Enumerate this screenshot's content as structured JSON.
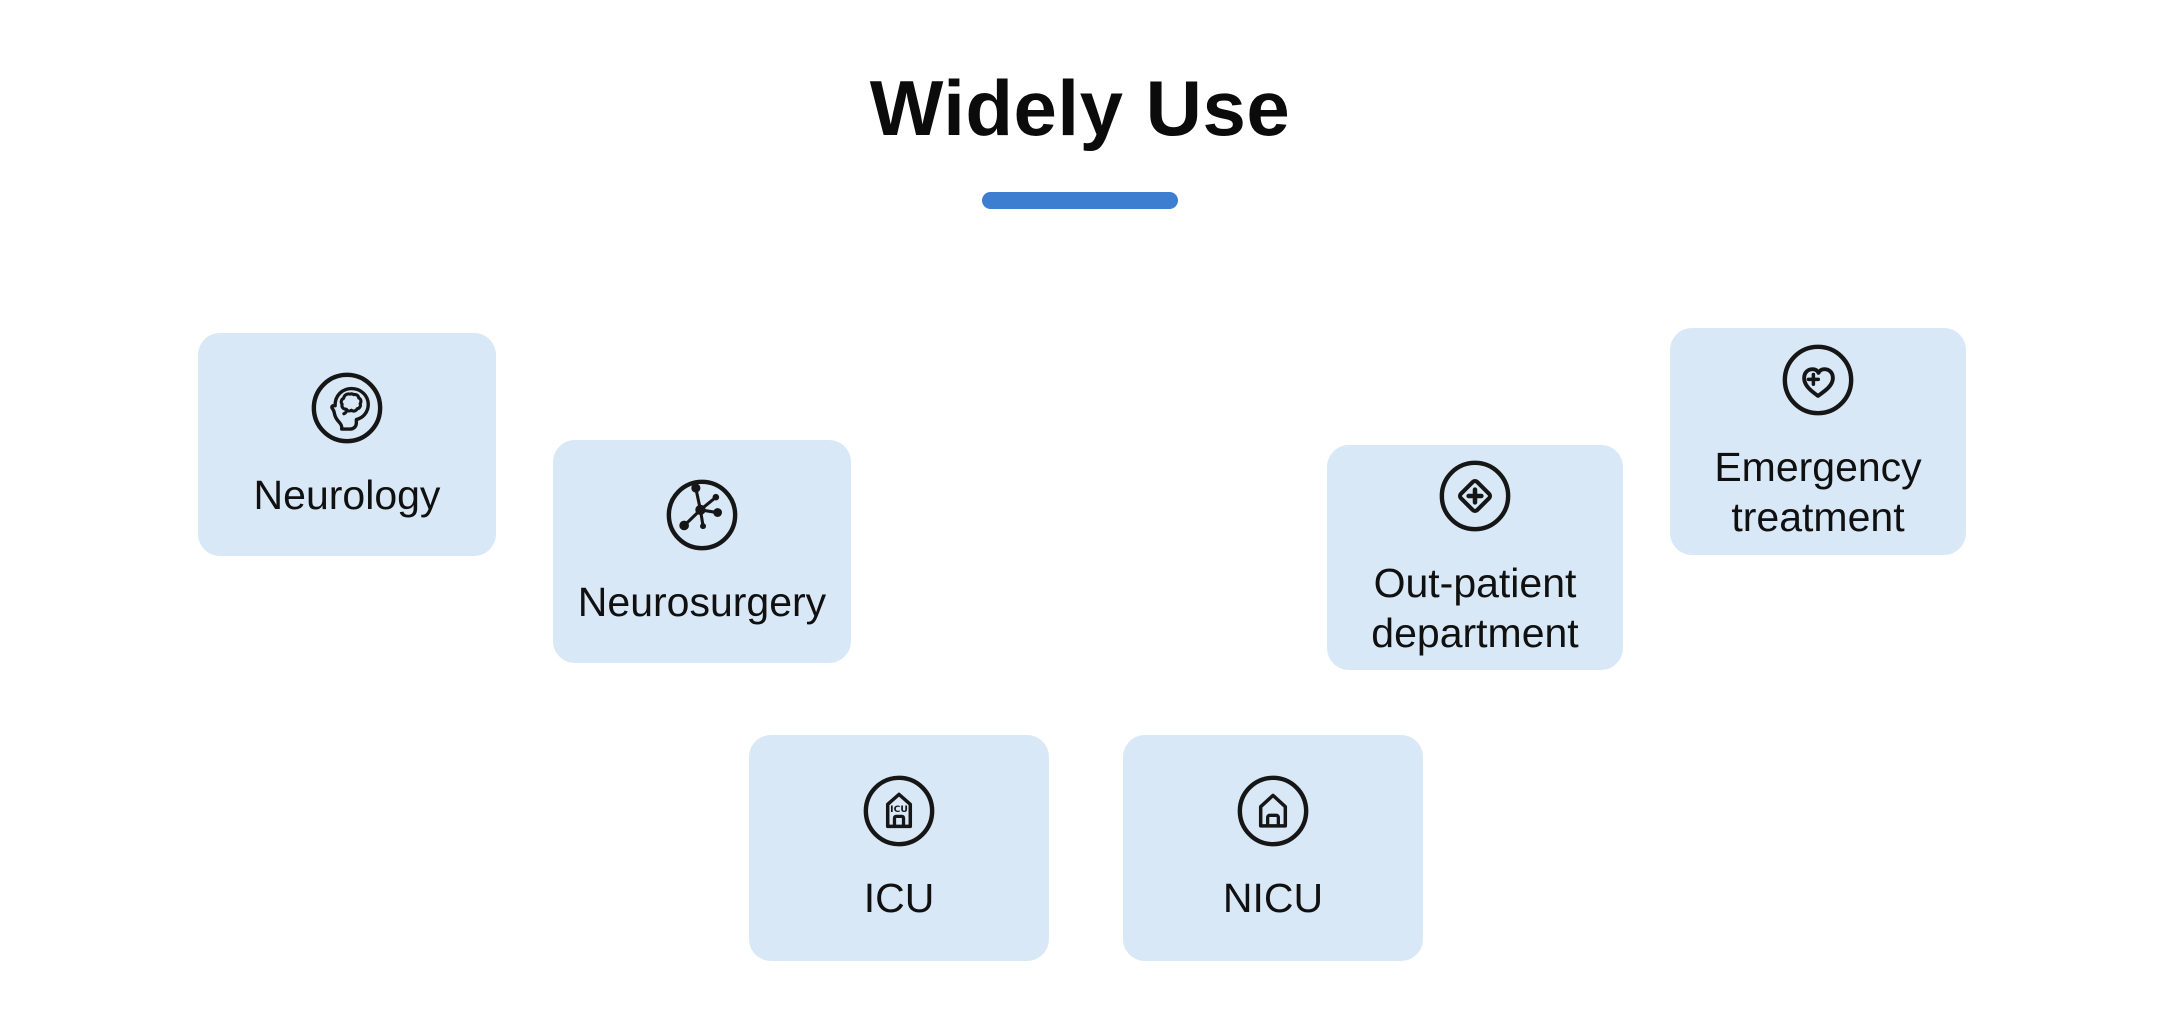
{
  "header": {
    "title": "Widely Use"
  },
  "theme": {
    "accent_color": "#3d7ed1",
    "card_bg": "#d8e8f6",
    "page_bg": "#ffffff",
    "text_color": "#101010",
    "icon_stroke": "#161616"
  },
  "cards": [
    {
      "label": "Neurology",
      "icon": "brain-head-icon"
    },
    {
      "label": "Neurosurgery",
      "icon": "neuron-network-icon"
    },
    {
      "label": "ICU",
      "icon": "icu-building-icon",
      "icon_text": "ICU"
    },
    {
      "label": "NICU",
      "icon": "house-icon"
    },
    {
      "label": "Out-patient department",
      "icon": "diamond-plus-icon"
    },
    {
      "label": "Emergency treatment",
      "icon": "heart-plus-icon"
    }
  ]
}
